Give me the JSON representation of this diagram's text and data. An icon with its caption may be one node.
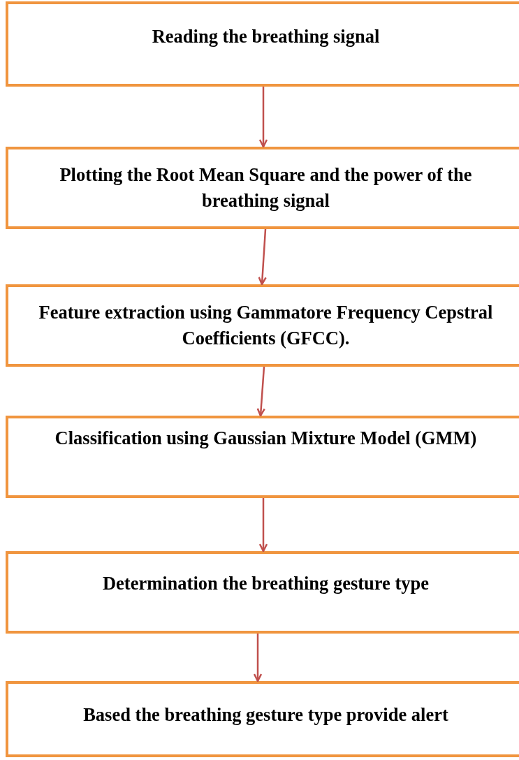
{
  "diagram": {
    "nodes": [
      {
        "text": [
          "Reading the breathing signal"
        ]
      },
      {
        "text": [
          "Plotting the Root Mean Square and the power of the breathing signal"
        ]
      },
      {
        "text": [
          "Feature extraction using Gammatore Frequency Cepstral Coefficients (GFCC)."
        ]
      },
      {
        "text": [
          "Classification using Gaussian Mixture Model (GMM)"
        ]
      },
      {
        "text": [
          "Determination the breathing gesture type"
        ]
      },
      {
        "text": [
          "Based the breathing gesture type provide alert"
        ]
      }
    ],
    "edges": [
      {
        "from": 0,
        "to": 1,
        "arrow": "to"
      },
      {
        "from": 1,
        "to": 2,
        "arrow": "to"
      },
      {
        "from": 2,
        "to": 3,
        "arrow": "to"
      },
      {
        "from": 3,
        "to": 4,
        "arrow": "to"
      },
      {
        "from": 4,
        "to": 5,
        "arrow": "to"
      }
    ]
  }
}
